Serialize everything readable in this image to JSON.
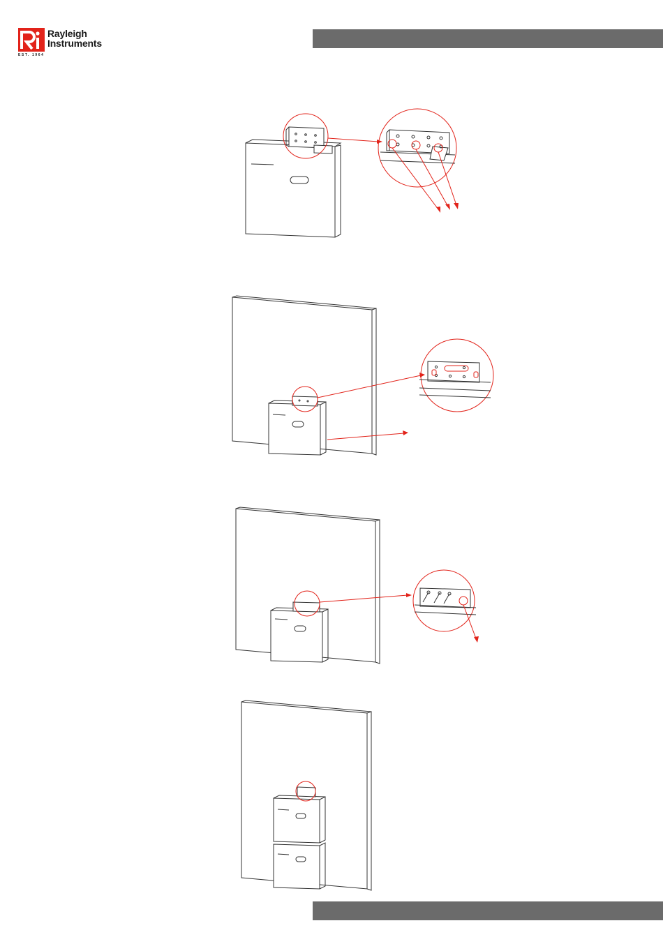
{
  "logo": {
    "line1": "Rayleigh",
    "line2": "Instruments",
    "est": "EST. 1964",
    "mark": "RI monogram"
  },
  "colors": {
    "header_bar": "#6b6b6b",
    "annotation": "#e2231a",
    "line_art": "#333333"
  },
  "figures": [
    {
      "name": "bracket-on-battery"
    },
    {
      "name": "battery-on-wall"
    },
    {
      "name": "bracket-screws"
    },
    {
      "name": "stacked-batteries"
    }
  ]
}
